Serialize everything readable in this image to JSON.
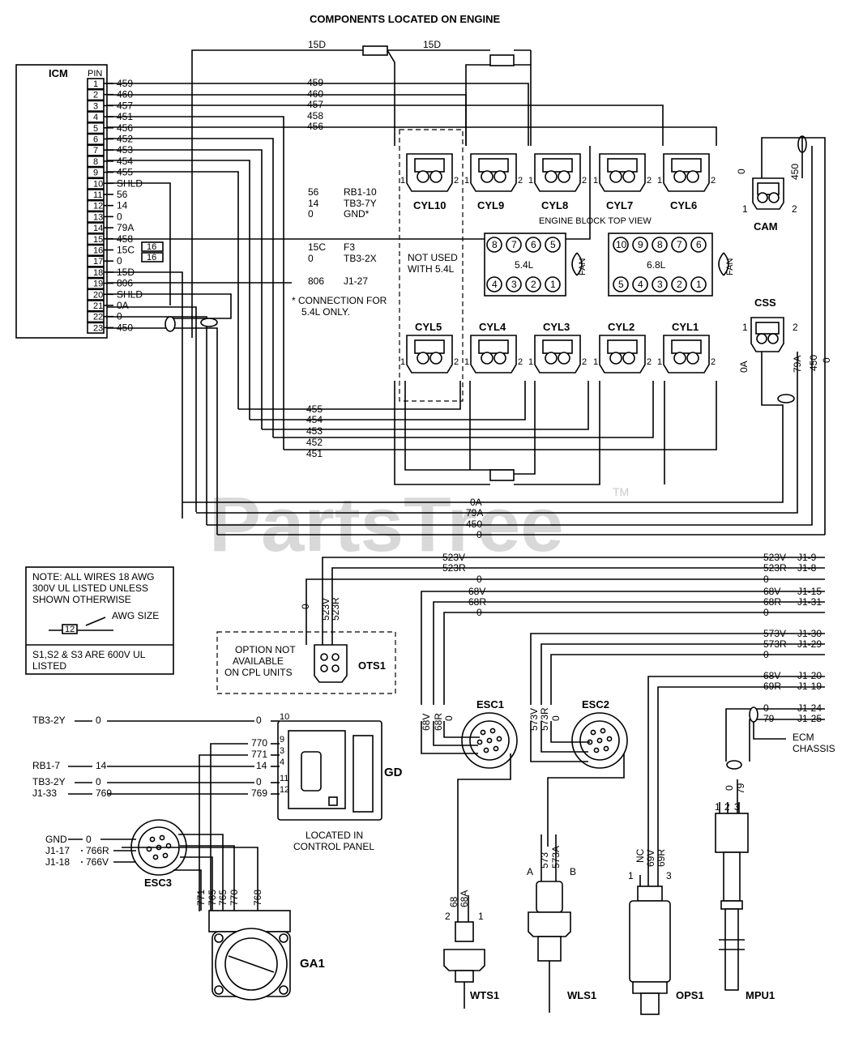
{
  "header": {
    "title": "COMPONENTS LOCATED ON ENGINE"
  },
  "watermark": {
    "text": "PartsTree",
    "tm": "TM"
  },
  "icm": {
    "name": "ICM",
    "pin_header": "PIN",
    "pins": [
      {
        "pin": "1",
        "wire": "459"
      },
      {
        "pin": "2",
        "wire": "460"
      },
      {
        "pin": "3",
        "wire": "457"
      },
      {
        "pin": "4",
        "wire": "451"
      },
      {
        "pin": "5",
        "wire": "456"
      },
      {
        "pin": "6",
        "wire": "452"
      },
      {
        "pin": "7",
        "wire": "453"
      },
      {
        "pin": "8",
        "wire": "454"
      },
      {
        "pin": "9",
        "wire": "455"
      },
      {
        "pin": "10",
        "wire": "SHLD"
      },
      {
        "pin": "11",
        "wire": "56"
      },
      {
        "pin": "12",
        "wire": "14"
      },
      {
        "pin": "13",
        "wire": "0"
      },
      {
        "pin": "14",
        "wire": "79A"
      },
      {
        "pin": "15",
        "wire": "458"
      },
      {
        "pin": "16",
        "wire": "15C"
      },
      {
        "pin": "17",
        "wire": "0"
      },
      {
        "pin": "18",
        "wire": "15D"
      },
      {
        "pin": "19",
        "wire": "806"
      },
      {
        "pin": "20",
        "wire": "SHLD"
      },
      {
        "pin": "21",
        "wire": "0A"
      },
      {
        "pin": "22",
        "wire": "0"
      },
      {
        "pin": "23",
        "wire": "450"
      }
    ],
    "gauge_16": "16"
  },
  "icm_destinations": [
    {
      "wire": "56",
      "dest": "RB1-10"
    },
    {
      "wire": "14",
      "dest": "TB3-7Y"
    },
    {
      "wire": "0",
      "dest": "GND*"
    },
    {
      "wire": "15C",
      "dest": "F3"
    },
    {
      "wire": "0",
      "dest": "TB3-2X"
    },
    {
      "wire": "806",
      "dest": "J1-27"
    }
  ],
  "top_wire_labels": {
    "w15d_a": "15D",
    "w15d_b": "15D",
    "w459": "459",
    "w460": "460",
    "w457": "457",
    "w458": "458",
    "w456": "456"
  },
  "cylinders_top": [
    {
      "name": "CYL10"
    },
    {
      "name": "CYL9"
    },
    {
      "name": "CYL8"
    },
    {
      "name": "CYL7"
    },
    {
      "name": "CYL6"
    }
  ],
  "cylinders_bottom": [
    {
      "name": "CYL5"
    },
    {
      "name": "CYL4"
    },
    {
      "name": "CYL3"
    },
    {
      "name": "CYL2"
    },
    {
      "name": "CYL1"
    }
  ],
  "engine": {
    "top_view": "ENGINE BLOCK TOP VIEW",
    "block54": {
      "label": "5.4L",
      "top": [
        "8",
        "7",
        "6",
        "5"
      ],
      "bottom": [
        "4",
        "3",
        "2",
        "1"
      ]
    },
    "block68": {
      "label": "6.8L",
      "top": [
        "10",
        "9",
        "8",
        "7",
        "6"
      ],
      "bottom": [
        "5",
        "4",
        "3",
        "2",
        "1"
      ]
    },
    "fan": "FAN",
    "not_used": "NOT USED",
    "with54": "WITH 5.4L",
    "connection_note1": "* CONNECTION FOR",
    "connection_note2": "5.4L ONLY."
  },
  "cam": {
    "name": "CAM",
    "w0": "0",
    "w450": "450",
    "p1": "1",
    "p2": "2"
  },
  "css": {
    "name": "CSS",
    "w0a": "0A",
    "w79a": "79A",
    "p1": "1",
    "p2": "2"
  },
  "bottom_bus": {
    "b455": "455",
    "b454": "454",
    "b453": "453",
    "b452": "452",
    "b451": "451",
    "b0a": "0A",
    "b79a": "79A",
    "b450": "450",
    "b0": "0"
  },
  "note": {
    "line1": "NOTE: ALL WIRES 18 AWG",
    "line2": "300V UL LISTED UNLESS",
    "line3": "SHOWN OTHERWISE",
    "awg": "AWG SIZE",
    "awg_num": "12",
    "line4": "S1,S2 & S3 ARE 600V UL",
    "line5": "LISTED"
  },
  "ots": {
    "name": "OTS1",
    "opt1": "OPTION NOT",
    "opt2": "AVAILABLE",
    "opt3": "ON CPL UNITS",
    "w0": "0",
    "w523v": "523V",
    "w523r": "523R"
  },
  "harness": [
    {
      "wire": "523V",
      "dest": "J1-9"
    },
    {
      "wire": "523R",
      "dest": "J1-8"
    },
    {
      "wire": "0",
      "dest": ""
    },
    {
      "wire": "68V",
      "dest": "J1-15"
    },
    {
      "wire": "68R",
      "dest": "J1-31"
    },
    {
      "wire": "0",
      "dest": ""
    },
    {
      "wire": "573V",
      "dest": "J1-30"
    },
    {
      "wire": "573R",
      "dest": "J1-29"
    },
    {
      "wire": "0",
      "dest": ""
    },
    {
      "wire": "68V",
      "dest": "J1-20"
    },
    {
      "wire": "69R",
      "dest": "J1-19"
    },
    {
      "wire": "0",
      "dest": "J1-24"
    },
    {
      "wire": "79",
      "dest": "J1-25"
    }
  ],
  "harness_left": {
    "h523v": "523V",
    "h523r": "523R",
    "h0": "0",
    "h68v": "68V",
    "h68r": "68R",
    "h0b": "0"
  },
  "ecm": {
    "line1": "ECM",
    "line2": "CHASSIS"
  },
  "esc1": {
    "name": "ESC1",
    "w68v": "68V",
    "w68r": "68R",
    "w0": "0"
  },
  "esc2": {
    "name": "ESC2",
    "w573v": "573V",
    "w573r": "573R",
    "w0": "0"
  },
  "gd": {
    "name": "GD",
    "loc1": "LOCATED IN",
    "loc2": "CONTROL PANEL",
    "rows": [
      {
        "src": "TB3-2Y",
        "wire": "0",
        "end": "0",
        "pin": "10"
      },
      {
        "src": "",
        "wire": "",
        "end": "770",
        "pin": "9"
      },
      {
        "src": "",
        "wire": "",
        "end": "771",
        "pin": "3"
      },
      {
        "src": "RB1-7",
        "wire": "14",
        "end": "14",
        "pin": "4"
      },
      {
        "src": "TB3-2Y",
        "wire": "0",
        "end": "0",
        "pin": "11"
      },
      {
        "src": "J1-33",
        "wire": "769",
        "end": "769",
        "pin": "12"
      }
    ]
  },
  "esc3": {
    "name": "ESC3",
    "rows": [
      {
        "src": "GND",
        "wire": "0"
      },
      {
        "src": "J1-17",
        "wire": "766R"
      },
      {
        "src": "J1-18",
        "wire": "766V"
      }
    ],
    "vert": [
      "771",
      "765",
      "765",
      "770",
      "768"
    ]
  },
  "ga1": {
    "name": "GA1"
  },
  "wts1": {
    "name": "WTS1",
    "w68": "68",
    "w68a": "68A",
    "p2": "2",
    "p1": "1"
  },
  "wls1": {
    "name": "WLS1",
    "w573": "573",
    "w573a": "573A",
    "pa": "A",
    "pb": "B"
  },
  "ops1": {
    "name": "OPS1",
    "wnc": "NC",
    "w69v": "69V",
    "w69r": "69R",
    "p1": "1",
    "p3": "3"
  },
  "mpu1": {
    "name": "MPU1",
    "w0": "0",
    "w79": "79",
    "p1": "1",
    "p2": "2",
    "p3": "3"
  }
}
